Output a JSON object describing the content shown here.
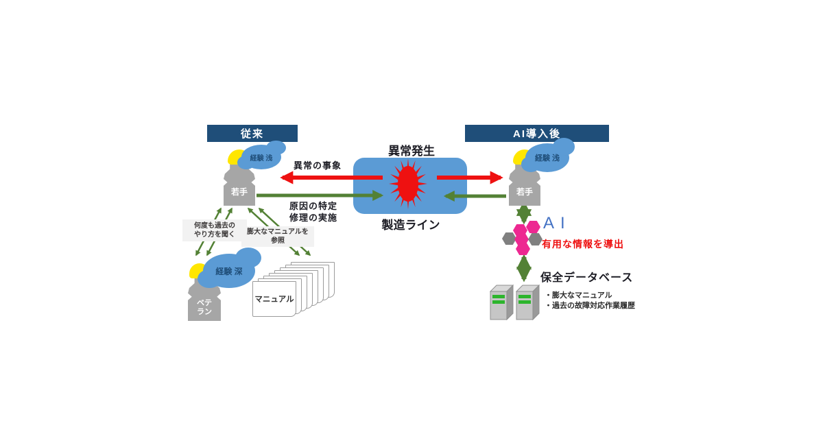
{
  "colors": {
    "header_bg": "#1F4E79",
    "box_blue": "#5B9BD5",
    "cloud_blue": "#5B9BD5",
    "red": "#EE1111",
    "green": "#538135",
    "yellow": "#FFE600",
    "person_gray": "#A6A6A6",
    "hex_pink": "#ED2891",
    "hex_gray": "#808080",
    "server_gray": "#C6C6C6",
    "server_stripe": "#2DB52D",
    "ai_blue": "#4472C4",
    "text_dark": "#1C1C24",
    "label_bg": "#F2F2F2",
    "cloud_text": "#1F4E79"
  },
  "headers": {
    "traditional": "従来",
    "ai": "AI導入後"
  },
  "center": {
    "title": "異常発生",
    "box_label": "製造ライン"
  },
  "left": {
    "worker_label": "若手",
    "worker_cloud": "経験 浅",
    "arrow_out_label": "異常の事象",
    "arrow_in_label_line1": "原因の特定",
    "arrow_in_label_line2": "修理の実施",
    "ask_box_line1": "何度も過去の",
    "ask_box_line2": "やり方を聞く",
    "ref_box_line1": "膨大なマニュアルを",
    "ref_box_line2": "参照",
    "veteran_label_line1": "ベテ",
    "veteran_label_line2": "ラン",
    "veteran_cloud": "経験 深",
    "manual_label": "マニュアル"
  },
  "right": {
    "worker_label": "若手",
    "worker_cloud": "経験 浅",
    "ai_label": "AI",
    "ai_caption": "有用な情報を導出",
    "db_title": "保全データベース",
    "db_bullet1": "・膨大なマニュアル",
    "db_bullet2": "・過去の故障対応作業履歴"
  }
}
